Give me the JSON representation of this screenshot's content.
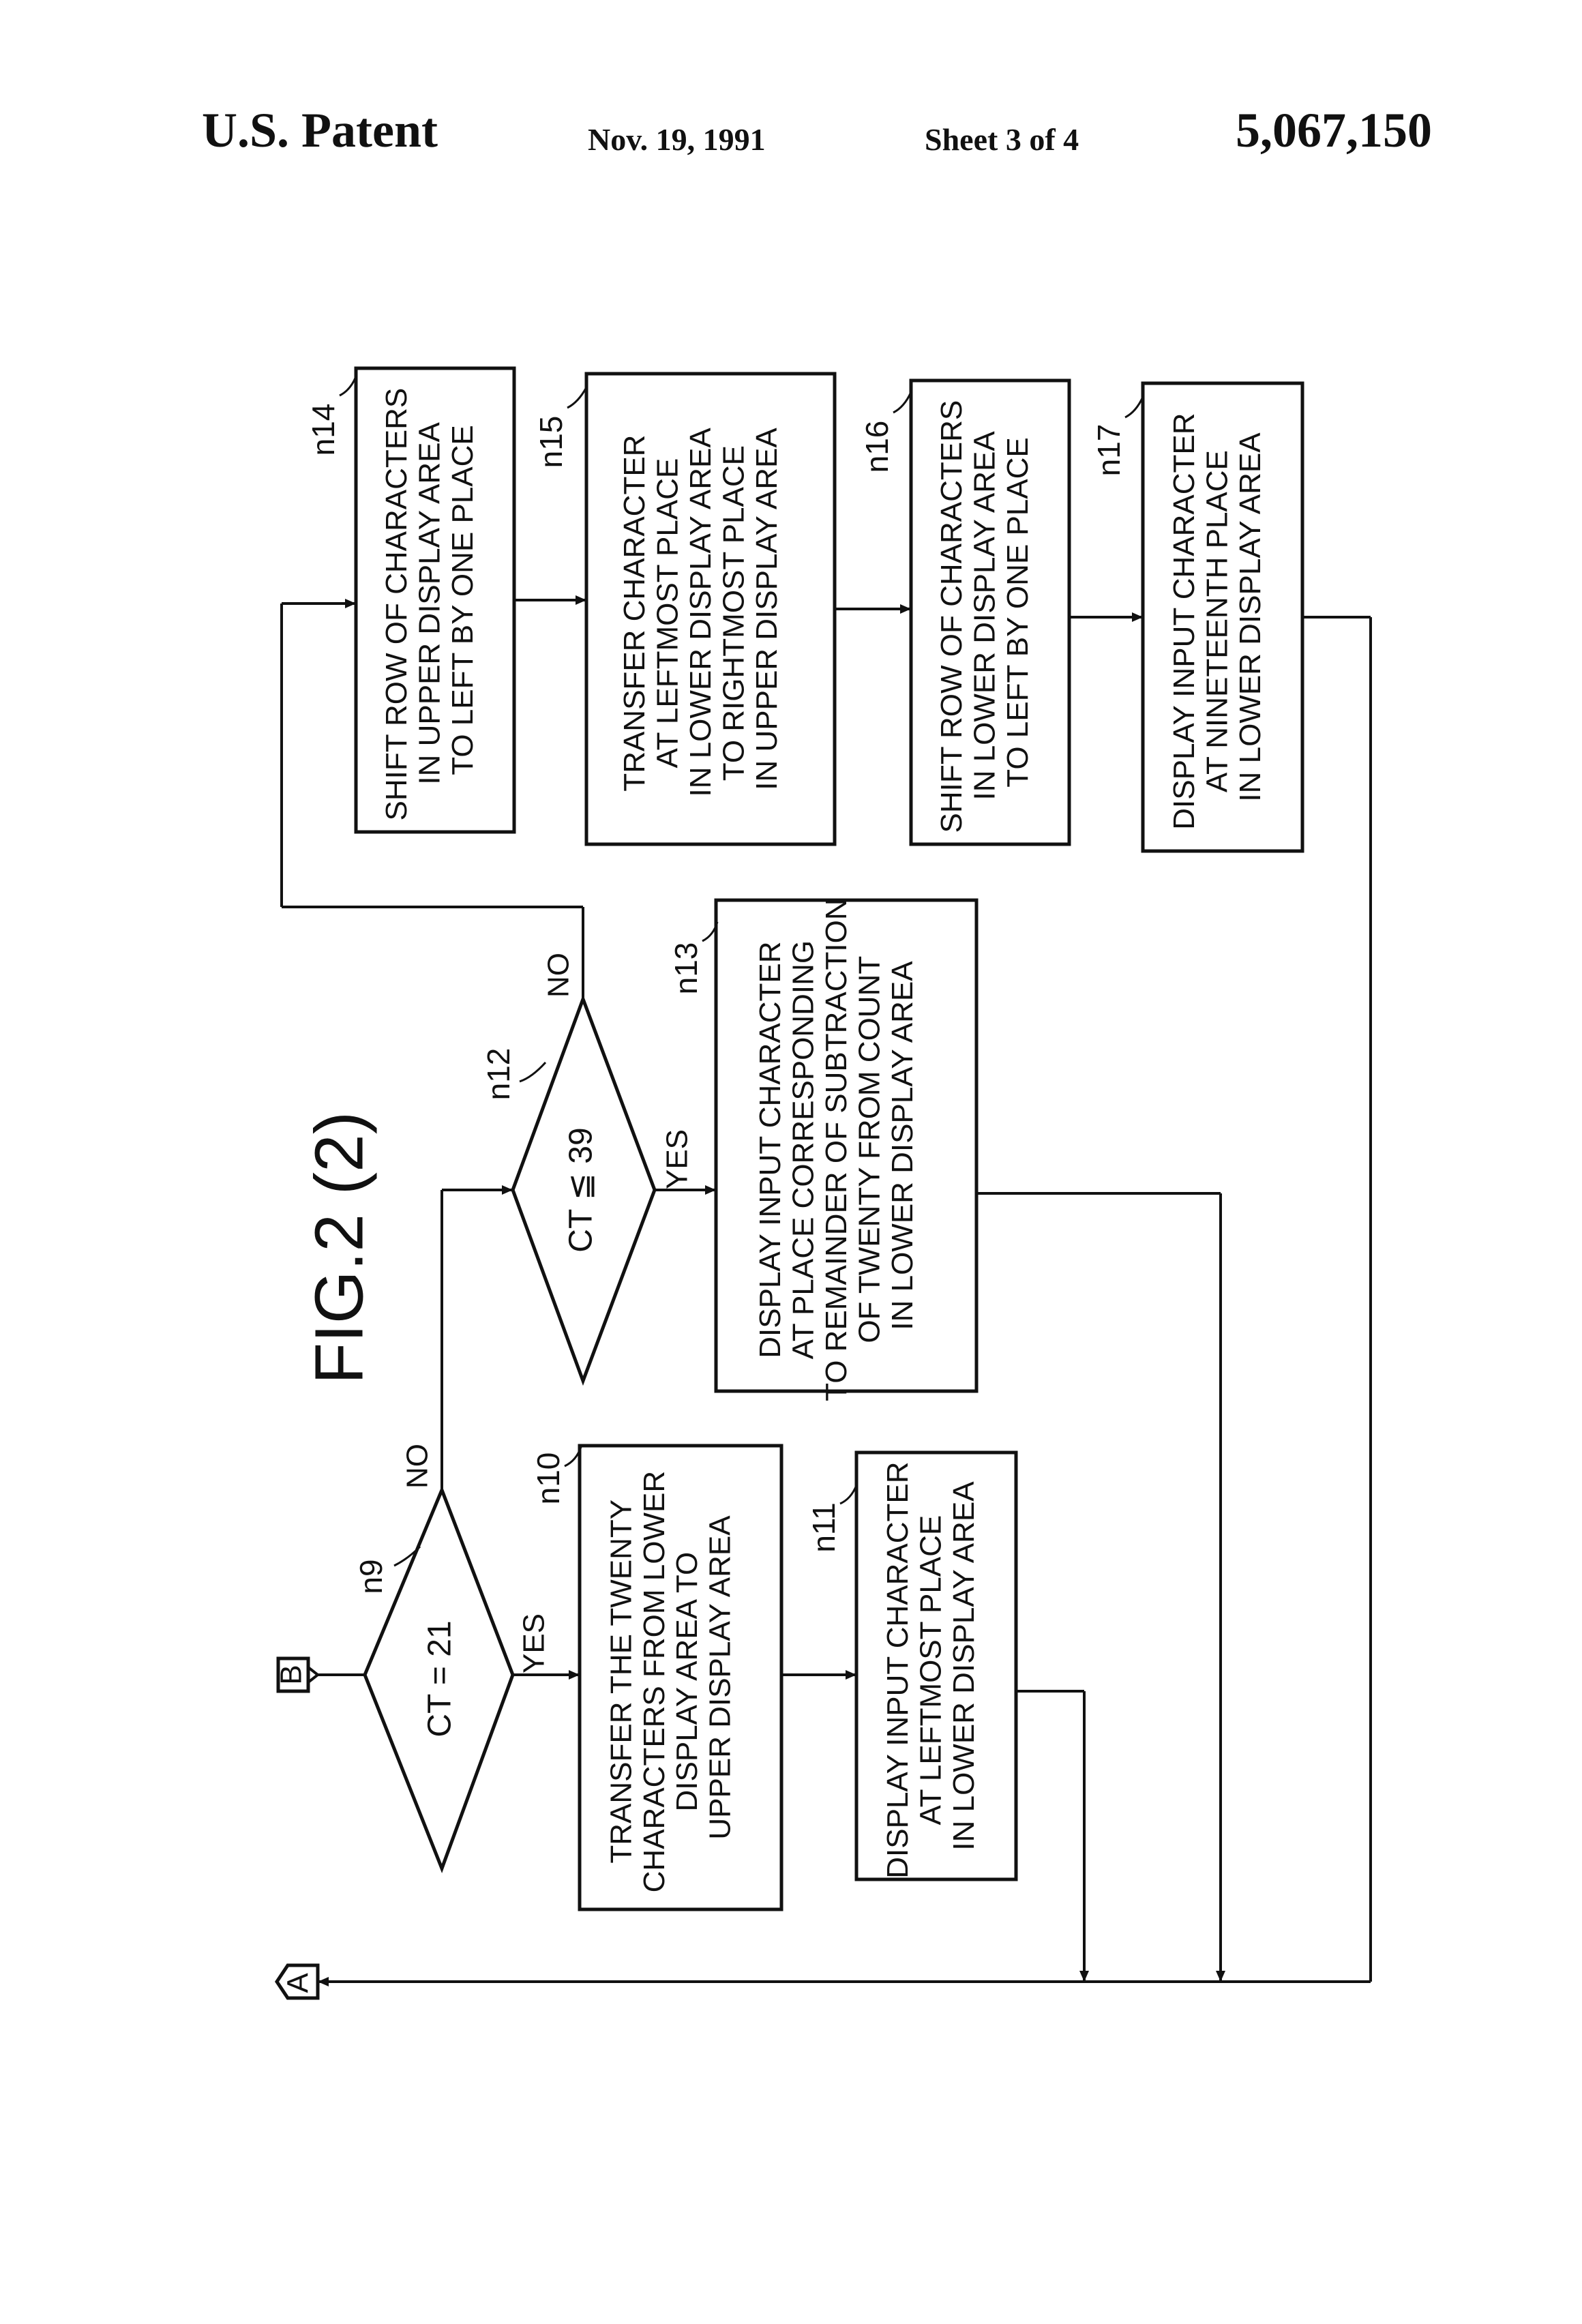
{
  "header": {
    "publisher": "U.S. Patent",
    "date": "Nov. 19, 1991",
    "sheet": "Sheet 3 of 4",
    "patent_number": "5,067,150"
  },
  "figure": {
    "label": "FIG.2 (2)"
  },
  "connectors": {
    "entry": "B",
    "exit": "A"
  },
  "flow_labels": {
    "yes": "YES",
    "no": "NO"
  },
  "decisions": {
    "n9": {
      "ref": "n9",
      "text": "CT = 21"
    },
    "n12": {
      "ref": "n12",
      "text": "CT ≦ 39"
    }
  },
  "steps": {
    "n10": {
      "ref": "n10",
      "lines": [
        "TRANSFER THE TWENTY",
        "CHARACTERS FROM LOWER",
        "DISPLAY AREA TO",
        "UPPER DISPLAY AREA"
      ]
    },
    "n11": {
      "ref": "n11",
      "lines": [
        "DISPLAY INPUT CHARACTER",
        "AT LEFTMOST PLACE",
        "IN LOWER DISPLAY AREA"
      ]
    },
    "n13": {
      "ref": "n13",
      "lines": [
        "DISPLAY INPUT CHARACTER",
        "AT PLACE CORRESPONDING",
        "TO REMAINDER OF SUBTRACTION",
        "OF TWENTY FROM COUNT",
        "IN LOWER DISPLAY AREA"
      ]
    },
    "n14": {
      "ref": "n14",
      "lines": [
        "SHIFT ROW OF CHARACTERS",
        "IN UPPER DISPLAY AREA",
        "TO LEFT BY ONE PLACE"
      ]
    },
    "n15": {
      "ref": "n15",
      "lines": [
        "TRANSFER CHARACTER",
        "AT LEFTMOST PLACE",
        "IN LOWER DISPLAY AREA",
        "TO RIGHTMOST PLACE",
        "IN UPPER DISPLAY AREA"
      ]
    },
    "n16": {
      "ref": "n16",
      "lines": [
        "SHIFT ROW OF CHARACTERS",
        "IN LOWER DISPLAY AREA",
        "TO LEFT BY ONE PLACE"
      ]
    },
    "n17": {
      "ref": "n17",
      "lines": [
        "DISPLAY INPUT CHARACTER",
        "AT NINETEENTH PLACE",
        "IN LOWER DISPLAY AREA"
      ]
    }
  },
  "colors": {
    "ink": "#111111",
    "paper": "#ffffff"
  }
}
